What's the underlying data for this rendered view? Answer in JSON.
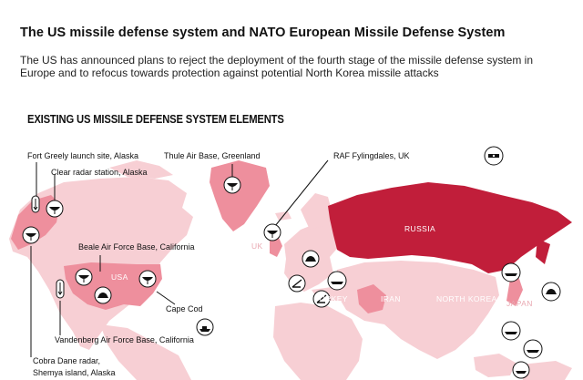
{
  "title": "The US missile defense system and NATO European Missile Defense System",
  "subtitle": "The US has announced plans to reject the deployment of the fourth stage of the missile defense system in Europe and to refocus towards protection against potential North Korea missile attacks",
  "section_heading": "EXISTING US MISSILE DEFENSE SYSTEM ELEMENTS",
  "sites": {
    "fort_greely": "Fort Greely launch site, Alaska",
    "clear": "Clear radar station, Alaska",
    "thule": "Thule Air Base, Greenland",
    "fylingdales": "RAF Fylingdales, UK",
    "beale": "Beale Air Force Base, California",
    "cape_cod": "Cape Cod",
    "vandenberg": "Vandenberg Air Force Base, California",
    "cobra_dane_1": "Cobra Dane radar,",
    "cobra_dane_2": "Shemya island, Alaska"
  },
  "countries": {
    "russia": "RUSSIA",
    "usa": "USA",
    "uk": "UK",
    "turkey": "TURKEY",
    "iran": "IRAN",
    "north_korea": "NORTH KOREA",
    "japan": "JAPAN"
  },
  "colors": {
    "land_light": "#f7cfd4",
    "land_medium": "#ee8f9d",
    "land_dark": "#c11e3a",
    "ocean": "#ffffff",
    "icon_fill": "#ffffff",
    "icon_stroke": "#111111"
  }
}
